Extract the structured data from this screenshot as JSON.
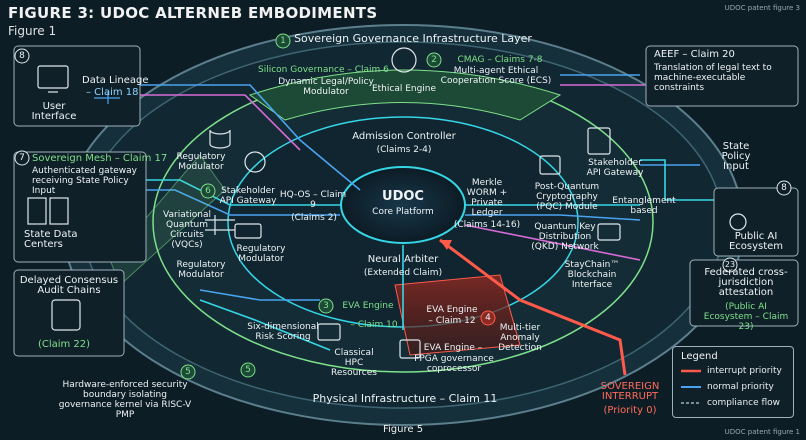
{
  "header": {
    "title": "FIGURE 3: UDOC ALTERNEB EMBODIMENTS",
    "subtitle": "Figure 1",
    "corner_top": "UDOC patent figure 3",
    "corner_bottom": "UDOC patent figure 1",
    "footer": "Figure 5"
  },
  "rings": {
    "outer_top": "Sovereign Governance Infrastructure Layer",
    "outer_top_num": "1",
    "outer_bottom": "Physical Infrastructure – Claim 11",
    "silicon_governance": "Silicon Governance – Claim 6",
    "dynamic_policy": "Dynamic Legal/Policy Modulator",
    "cmag": "CMAG – Claims 7-8",
    "multi_agent": "Multi-agent Ethical Cooperation Score (ECS)",
    "cmag_num": "2",
    "ethical_engine": "Ethical Engine",
    "admission": "Admission Controller",
    "admission_claims": "(Claims 2-4)",
    "hqos": "HQ-OS – Claim 9",
    "hqos_claims": "(Claims 2)",
    "core_title": "UDOC",
    "core_sub": "Core Platform",
    "merkle": "Merkle WORM + Private Ledger",
    "merkle_claims": "(Claims 14-16)",
    "neural": "Neural Arbiter",
    "neural_sub": "(Extended Claim)",
    "eva1_num": "3",
    "eva1": "EVA Engine",
    "eva1_claim": "– Claim 10",
    "eva2": "EVA Engine",
    "eva2_claim": "– Claim 12",
    "eva2_num": "4",
    "eva3": "EVA Engine –",
    "eva3_sub": "FPGA governance coprocessor",
    "six_dim": "Six-dimensional Risk Scoring",
    "classical": "Classical HPC Resources",
    "multi_tier": "Multi-tier Anomaly Detection"
  },
  "left": {
    "data_lineage": "Data Lineage",
    "data_lineage_claim": "– Claim 18",
    "user_interface": "User Interface",
    "num8": "8",
    "sovereign_mesh": "Sovereign Mesh – Claim 17",
    "mesh_desc": "Authenticated gateway receiving State Policy Input",
    "num7": "7",
    "state_dc": "State Data Centers",
    "delayed": "Delayed Consensus Audit Chains",
    "claim22": "(Claim 22)",
    "reg_mod1": "Regulatory Modulator",
    "stakeholder": "Stakeholder API Gateway",
    "num6": "6",
    "vqc": "Variational Quantum Circuits (VQCs)",
    "reg_mod2": "Regulatory Modulator",
    "reg_mod3": "Regulatory Modulator",
    "hw_security": "Hardware-enforced security boundary isolating governance kernel via RISC-V PMP",
    "num5a": "5",
    "num5b": "5"
  },
  "right": {
    "aeef": "AEEF – Claim 20",
    "aeef_desc": "Translation of legal text to machine-executable constraints",
    "stakeholder": "Stakeholder API Gateway",
    "state_policy": "State Policy Input",
    "pqc": "Post-Quantum Cryptography (PQC) Module",
    "entanglement": "Entanglement based",
    "qkd": "Quantum Key Distribution (QKD) Network",
    "staychain": "StayChain™ Blockchain Interface",
    "num8": "8",
    "public_ai": "Public AI Ecosystem",
    "num23": "23",
    "federated": "Federated cross-jurisdiction attestation",
    "federated_claim": "(Public AI Ecosystem – Claim 23)",
    "interrupt": "SOVEREIGN INTERRUPT",
    "interrupt_sub": "(Priority 0)"
  },
  "legend": {
    "title": "Legend",
    "items": [
      "interrupt priority",
      "normal priority",
      "compliance flow"
    ]
  },
  "colors": {
    "background": "#0d1d26",
    "cyan": "#35d6e6",
    "blue": "#4aa3f0",
    "green": "#7fe08a",
    "red": "#ff5a4a",
    "magenta": "#d76bd6"
  }
}
